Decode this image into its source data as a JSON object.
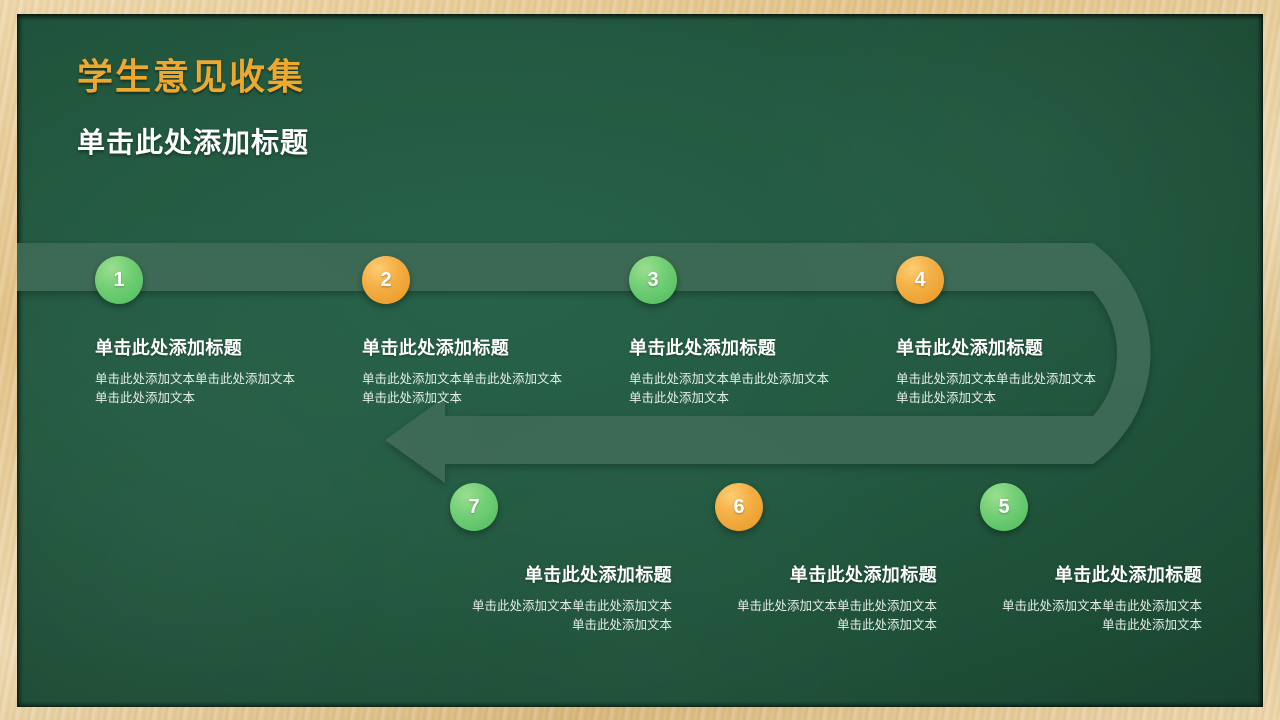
{
  "slide": {
    "title": "学生意见收集",
    "subtitle": "单击此处添加标题",
    "theme": {
      "board_green": "#235a41",
      "band_green": "#3d6b54",
      "accent_orange": "#efa82e",
      "circle_green": "#5fc569",
      "circle_orange": "#f0ab33",
      "title_white": "#ffffff",
      "frame_wood": "#e3c489"
    }
  },
  "items": [
    {
      "number": "1",
      "color": "green",
      "title": "单击此处添加标题",
      "body": "单击此处添加文本单击此处添加文本单击此处添加文本"
    },
    {
      "number": "2",
      "color": "orange",
      "title": "单击此处添加标题",
      "body": "单击此处添加文本单击此处添加文本单击此处添加文本"
    },
    {
      "number": "3",
      "color": "green",
      "title": "单击此处添加标题",
      "body": "单击此处添加文本单击此处添加文本单击此处添加文本"
    },
    {
      "number": "4",
      "color": "orange",
      "title": "单击此处添加标题",
      "body": "单击此处添加文本单击此处添加文本单击此处添加文本"
    },
    {
      "number": "5",
      "color": "green",
      "title": "单击此处添加标题",
      "body": "单击此处添加文本单击此处添加文本单击此处添加文本"
    },
    {
      "number": "6",
      "color": "orange",
      "title": "单击此处添加标题",
      "body": "单击此处添加文本单击此处添加文本单击此处添加文本"
    },
    {
      "number": "7",
      "color": "green",
      "title": "单击此处添加标题",
      "body": "单击此处添加文本单击此处添加文本单击此处添加文本"
    }
  ]
}
